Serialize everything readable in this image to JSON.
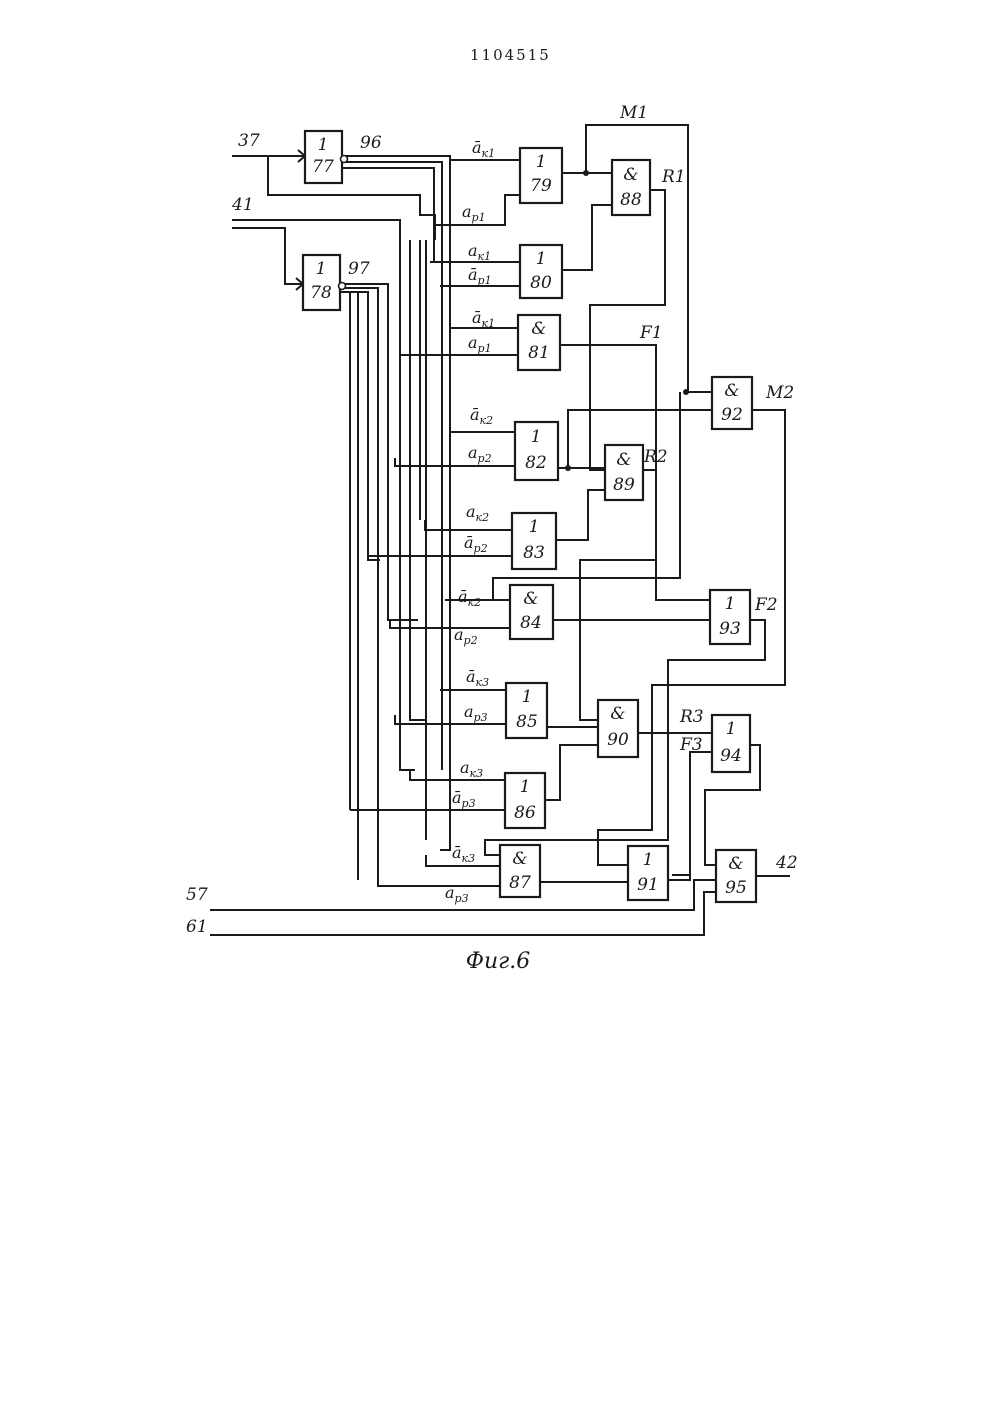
{
  "patent_number": "1104515",
  "caption": "Фиг.6",
  "inputs": {
    "in37": "37",
    "in41": "41",
    "in57": "57",
    "in61": "61"
  },
  "output": "42",
  "nets": {
    "n96": "96",
    "n97": "97",
    "m1": "M1",
    "m2": "M2",
    "r1": "R1",
    "r2": "R2",
    "r3": "R3",
    "f1": "F1",
    "f2": "F2",
    "f3": "F3"
  },
  "blocks": [
    {
      "id": "b77",
      "op": "1",
      "num": "77"
    },
    {
      "id": "b78",
      "op": "1",
      "num": "78"
    },
    {
      "id": "b79",
      "op": "1",
      "num": "79"
    },
    {
      "id": "b80",
      "op": "1",
      "num": "80"
    },
    {
      "id": "b81",
      "op": "&",
      "num": "81"
    },
    {
      "id": "b82",
      "op": "1",
      "num": "82"
    },
    {
      "id": "b83",
      "op": "1",
      "num": "83"
    },
    {
      "id": "b84",
      "op": "&",
      "num": "84"
    },
    {
      "id": "b85",
      "op": "1",
      "num": "85"
    },
    {
      "id": "b86",
      "op": "1",
      "num": "86"
    },
    {
      "id": "b87",
      "op": "&",
      "num": "87"
    },
    {
      "id": "b88",
      "op": "&",
      "num": "88"
    },
    {
      "id": "b89",
      "op": "&",
      "num": "89"
    },
    {
      "id": "b90",
      "op": "&",
      "num": "90"
    },
    {
      "id": "b91",
      "op": "1",
      "num": "91"
    },
    {
      "id": "b92",
      "op": "&",
      "num": "92"
    },
    {
      "id": "b93",
      "op": "1",
      "num": "93"
    },
    {
      "id": "b94",
      "op": "1",
      "num": "94"
    },
    {
      "id": "b95",
      "op": "&",
      "num": "95"
    }
  ],
  "signals": {
    "nk1a": "ā",
    "nk1s": "к1",
    "p1a": "a",
    "p1s": "р1",
    "k1b": "a",
    "k1bs": "к1",
    "np1b": "ā",
    "np1bs": "р1",
    "nk1c": "ā",
    "nk1cs": "к1",
    "p1c": "a",
    "p1cs": "р1",
    "nk2a": "ā",
    "nk2s": "к2",
    "p2a": "a",
    "p2s": "р2",
    "k2b": "a",
    "k2bs": "к2",
    "np2b": "ā",
    "np2bs": "р2",
    "nk2c": "ā",
    "nk2cs": "к2",
    "p2c": "a",
    "p2cs": "р2",
    "nk3a": "ā",
    "nk3s": "к3",
    "p3a": "a",
    "p3s": "р3",
    "k3b": "a",
    "k3bs": "к3",
    "np3b": "ā",
    "np3bs": "р3",
    "nk3c": "ā",
    "nk3cs": "к3",
    "p3c": "a",
    "p3cs": "р3"
  }
}
